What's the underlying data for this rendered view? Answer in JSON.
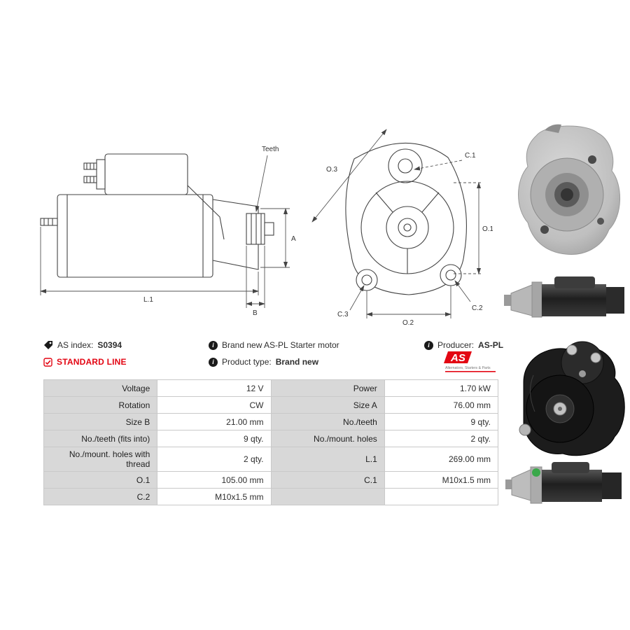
{
  "info": {
    "as_index_label": "AS index:",
    "as_index_value": "S0394",
    "standard_line_label": "STANDARD LINE",
    "brand_new_label": "Brand new AS-PL Starter motor",
    "product_type_label": "Product type:",
    "product_type_value": "Brand new",
    "producer_label": "Producer:",
    "producer_value": "AS-PL"
  },
  "logo": {
    "text": "AS",
    "subtext": "Alternators, Starters & Parts"
  },
  "drawing_labels": {
    "teeth": "Teeth",
    "a": "A",
    "l1": "L.1",
    "b": "B",
    "o3": "O.3",
    "c1": "C.1",
    "o1": "O.1",
    "o2": "O.2",
    "c3": "C.3",
    "c2": "C.2"
  },
  "spec_table": {
    "rows": [
      {
        "left_label": "Voltage",
        "left_value": "12 V",
        "right_label": "Power",
        "right_value": "1.70 kW"
      },
      {
        "left_label": "Rotation",
        "left_value": "CW",
        "right_label": "Size A",
        "right_value": "76.00 mm"
      },
      {
        "left_label": "Size B",
        "left_value": "21.00 mm",
        "right_label": "No./teeth",
        "right_value": "9 qty."
      },
      {
        "left_label": "No./teeth (fits into)",
        "left_value": "9 qty.",
        "right_label": "No./mount. holes",
        "right_value": "2 qty."
      },
      {
        "left_label": "No./mount. holes with thread",
        "left_value": "2 qty.",
        "right_label": "L.1",
        "right_value": "269.00 mm"
      },
      {
        "left_label": "O.1",
        "left_value": "105.00 mm",
        "right_label": "C.1",
        "right_value": "M10x1.5 mm"
      },
      {
        "left_label": "C.2",
        "left_value": "M10x1.5 mm",
        "right_label": "",
        "right_value": ""
      }
    ]
  },
  "colors": {
    "accent_red": "#e30613",
    "table_label_bg": "#d8d8d8",
    "table_border": "#c9c9c9",
    "line_art": "#444444"
  }
}
